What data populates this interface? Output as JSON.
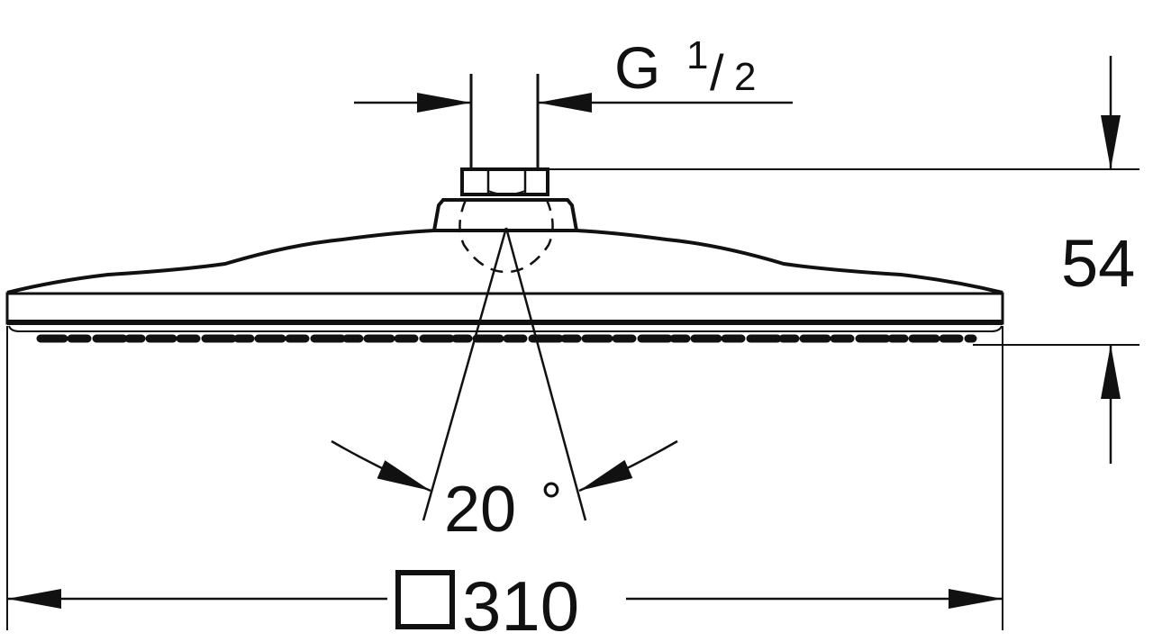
{
  "thread": {
    "letter": "G",
    "numerator": "1",
    "slash": "/",
    "denominator": "2"
  },
  "height_dimension": "54",
  "spray_angle": {
    "value": "20",
    "unit": "°"
  },
  "width_dimension": {
    "symbol": "square",
    "value": "310"
  },
  "colors": {
    "line": "#111111",
    "background": "#ffffff"
  }
}
